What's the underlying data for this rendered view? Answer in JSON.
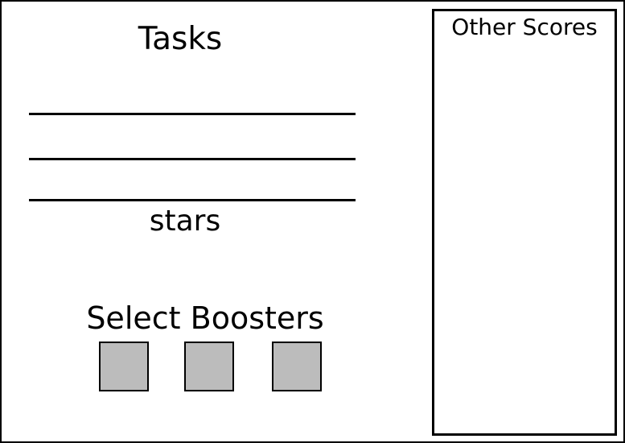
{
  "tasks": {
    "title": "Tasks",
    "stars_label": "stars"
  },
  "boosters": {
    "title": "Select Boosters",
    "slots": 3,
    "slot_color": "#bcbcbc"
  },
  "other_scores": {
    "title": "Other Scores"
  }
}
